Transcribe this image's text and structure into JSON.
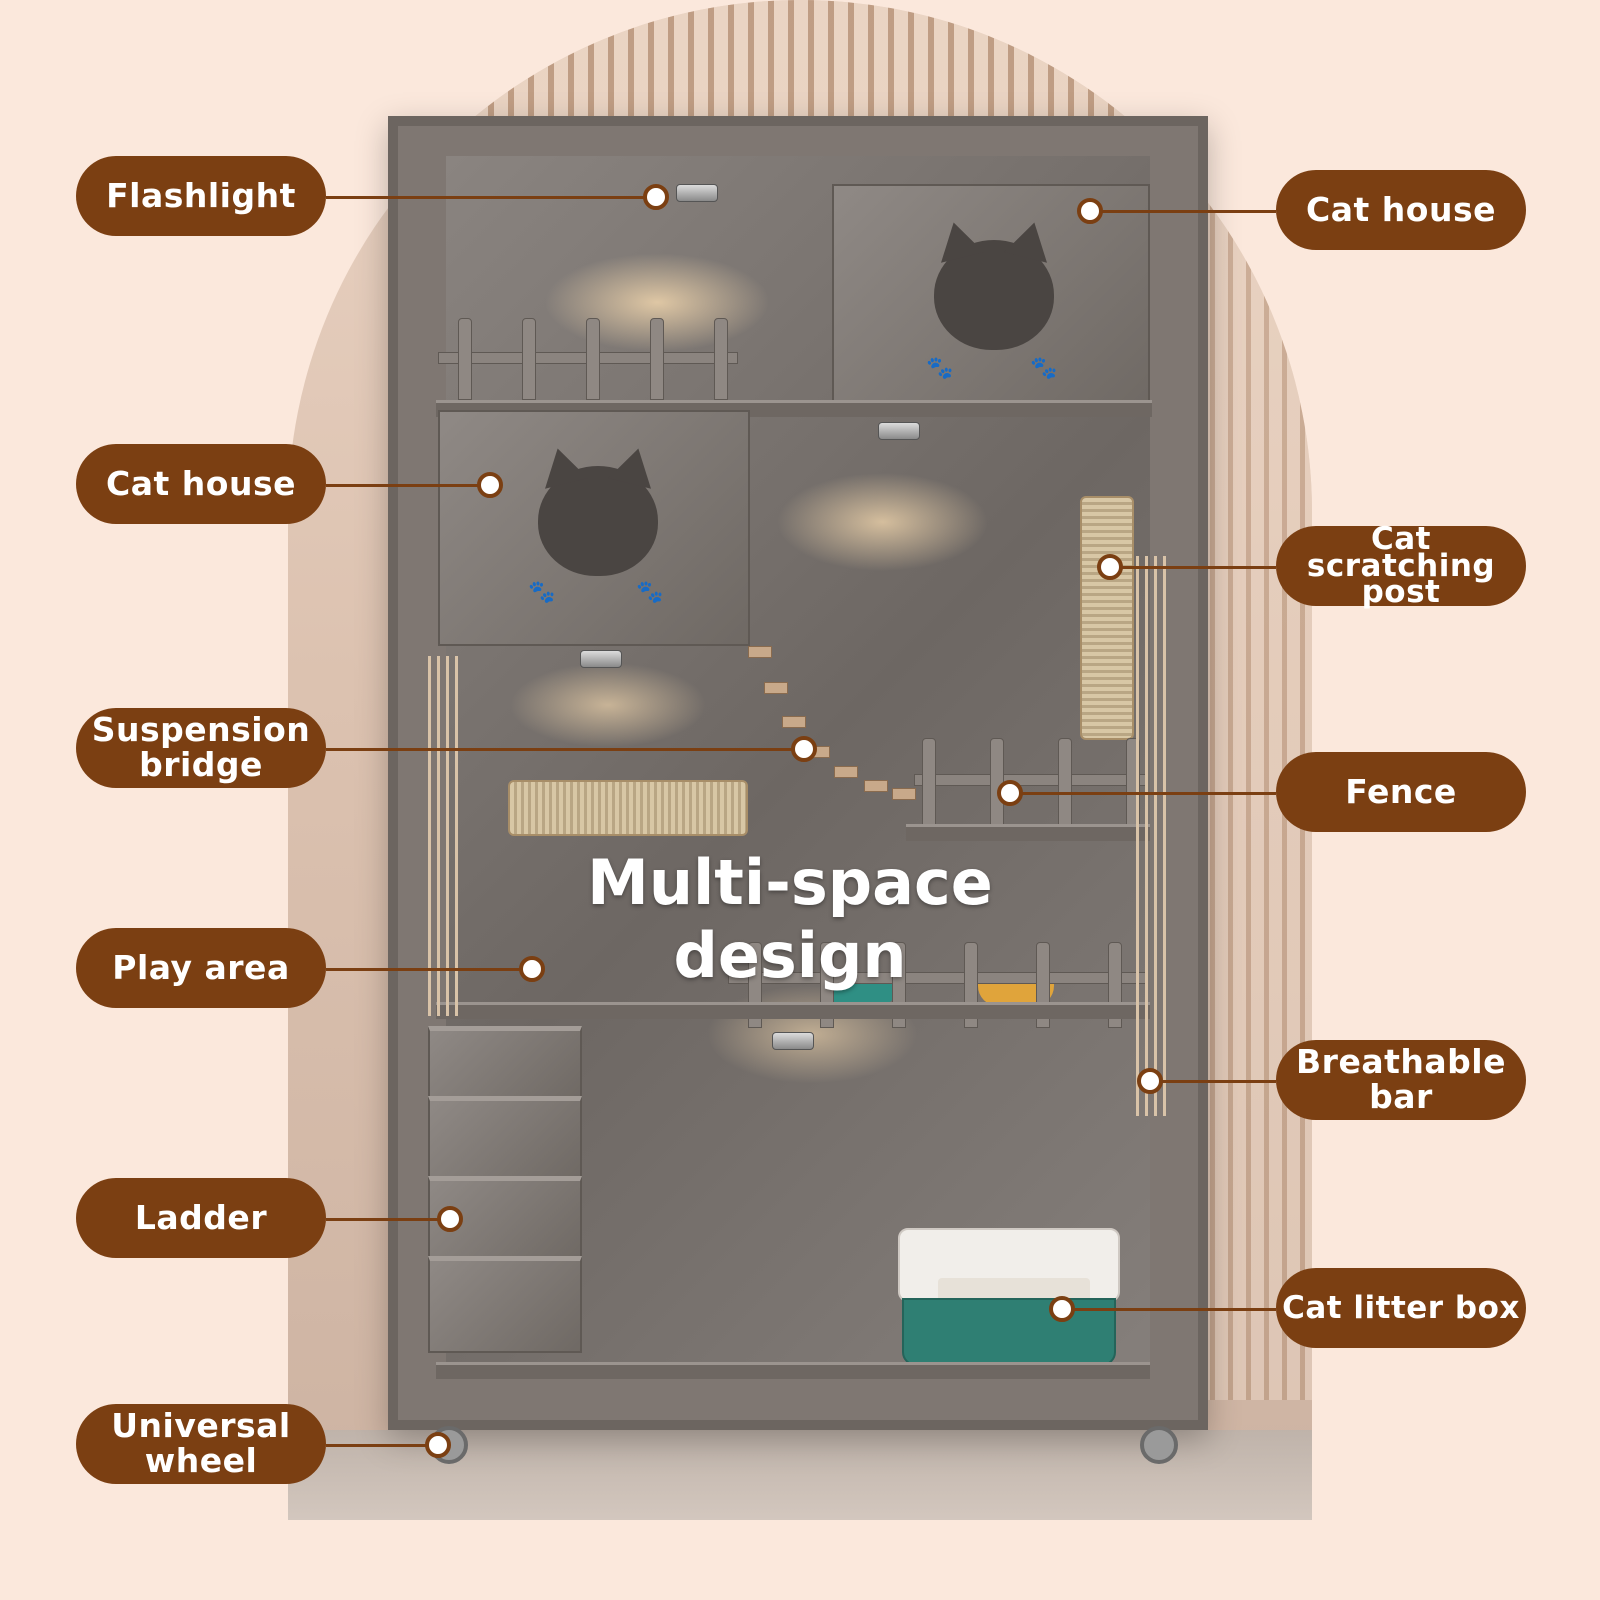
{
  "headline": "Multi-space design",
  "colors": {
    "background": "#fbe8dc",
    "callout": "#7b3f12",
    "callout_text": "#ffffff",
    "litter_box": "#2f7f73"
  },
  "callouts": {
    "flashlight": "Flashlight",
    "cat_house_top": "Cat house",
    "cat_house_left": "Cat house",
    "cat_scratching_post": "Cat scratching post",
    "suspension_bridge": "Suspension bridge",
    "fence": "Fence",
    "play_area": "Play area",
    "breathable_bar": "Breathable bar",
    "ladder": "Ladder",
    "cat_litter_box": "Cat litter box",
    "universal_wheel": "Universal wheel"
  },
  "icons": {
    "paw": "paw-print-icon",
    "lamp": "spotlight-icon"
  }
}
